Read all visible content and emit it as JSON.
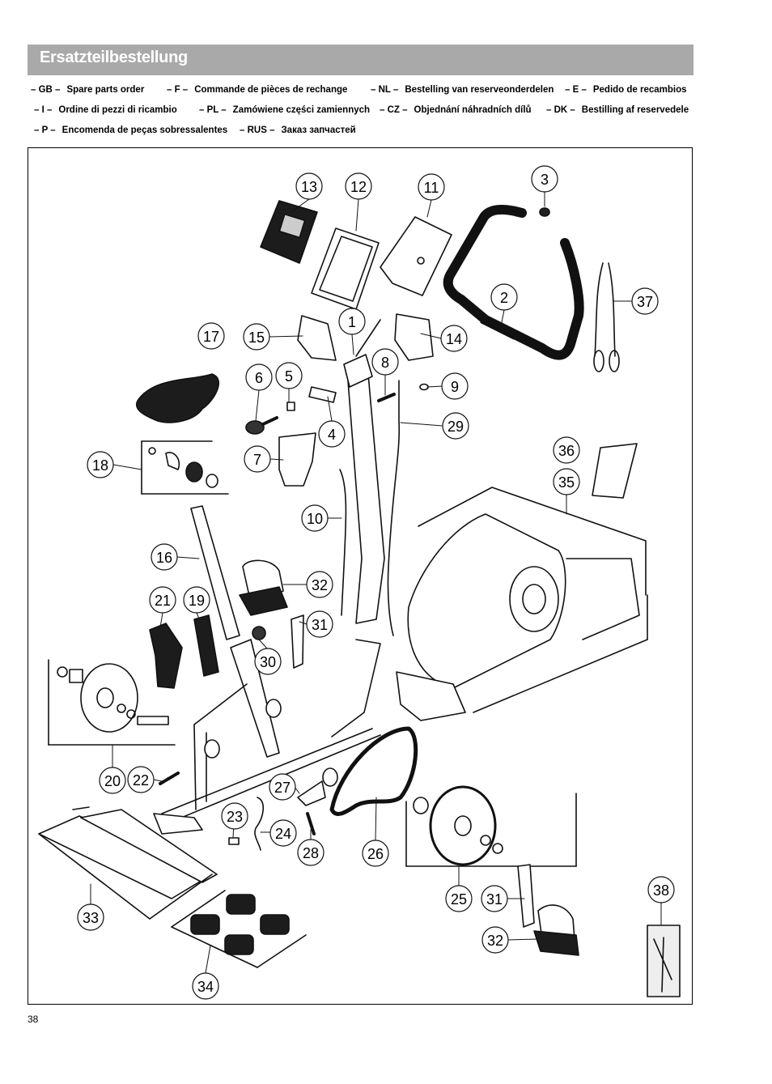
{
  "header": {
    "title": "Ersatzteilbestellung"
  },
  "languages": [
    {
      "code": "– GB –",
      "text": "Spare parts order"
    },
    {
      "code": "– F –",
      "text": "Commande de pièces de rechange"
    },
    {
      "code": "– NL –",
      "text": "Bestelling van reserveonderdelen"
    },
    {
      "code": "– E –",
      "text": "Pedido de recambios"
    },
    {
      "code": "– I –",
      "text": "Ordine di pezzi di ricambio"
    },
    {
      "code": "– PL –",
      "text": "Zamówiene części zamiennych"
    },
    {
      "code": "– CZ –",
      "text": "Objednání náhradních dílů"
    },
    {
      "code": "– DK –",
      "text": "Bestilling af reservedele"
    },
    {
      "code": "– P –",
      "text": "Encomenda de peças sobressalentes"
    },
    {
      "code": "– RUS –",
      "text": "Заказ запчастей"
    }
  ],
  "parts": [
    "13",
    "12",
    "11",
    "3",
    "2",
    "37",
    "1",
    "15",
    "14",
    "17",
    "8",
    "6",
    "5",
    "9",
    "29",
    "4",
    "36",
    "18",
    "7",
    "35",
    "10",
    "16",
    "32",
    "21",
    "19",
    "31",
    "30",
    "20",
    "22",
    "27",
    "23",
    "24",
    "28",
    "26",
    "38",
    "25",
    "31",
    "32",
    "33",
    "34"
  ],
  "page_number": "38"
}
